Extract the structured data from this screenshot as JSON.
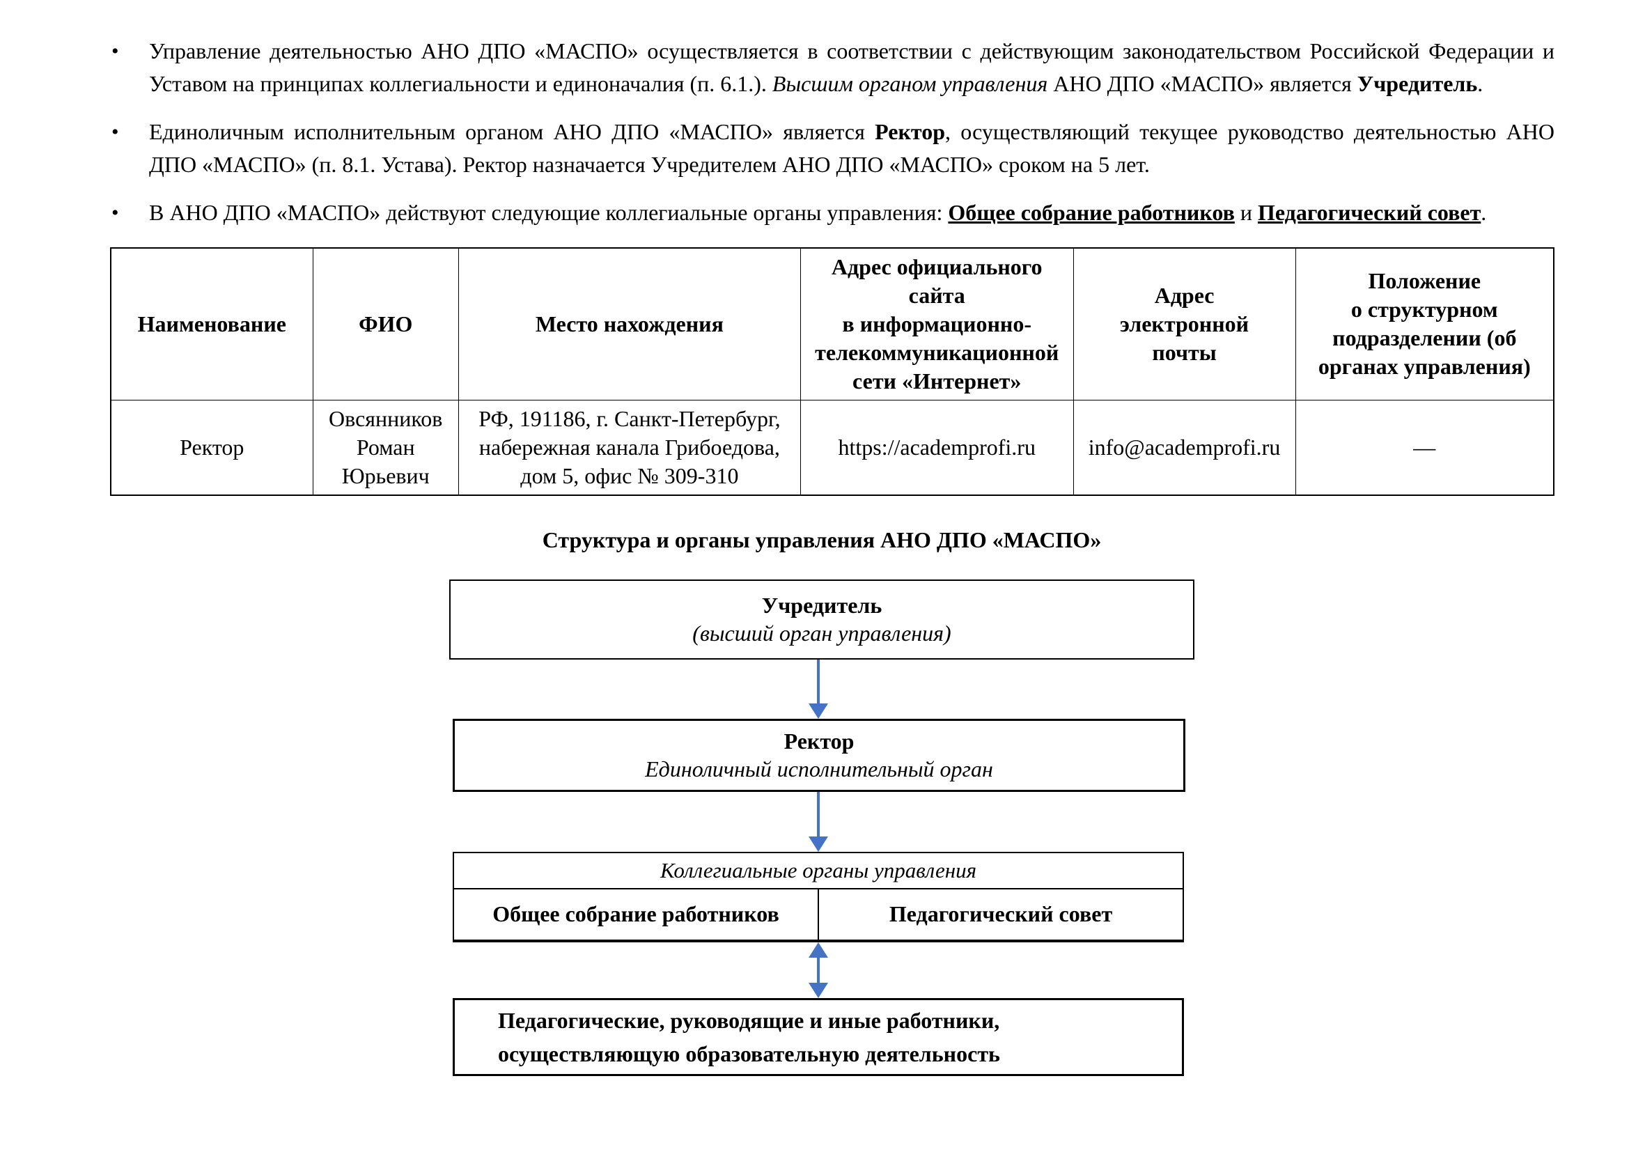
{
  "colors": {
    "arrow": "#4472C4",
    "border": "#000000",
    "text": "#000000"
  },
  "bullets": {
    "marker": "•",
    "item1": {
      "s0": "Управление деятельностью АНО ДПО «МАСПО» осуществляется в соответствии с действующим законодательством Российской Федерации и Уставом на принципах коллегиальности и единоначалия (п. 6.1.). ",
      "s1": "Высшим органом управления",
      "s2": " АНО ДПО «МАСПО» является ",
      "s3": "Учредитель",
      "s4": "."
    },
    "item2": {
      "s0": "Единоличным исполнительным органом АНО ДПО «МАСПО» является ",
      "s1": "Ректор",
      "s2": ", осуществляющий текущее руководство деятельностью АНО ДПО «МАСПО» (п. 8.1. Устава).  Ректор назначается Учредителем АНО ДПО «МАСПО» сроком на 5 лет."
    },
    "item3": {
      "s0": "В АНО ДПО «МАСПО» действуют следующие коллегиальные органы управления: ",
      "s1": "Общее собрание работников",
      "s2": " и ",
      "s3": "Педагогический совет",
      "s4": "."
    }
  },
  "table": {
    "headers": {
      "name": "Наименование",
      "fio": "ФИО",
      "location": "Место нахождения",
      "site": "Адрес официального\nсайта\nв информационно-телекоммуникационной\nсети «Интернет»",
      "email": "Адрес\nэлектронной\nпочты",
      "regulation": "Положение\nо структурном\nподразделении (об\nорганах управления)"
    },
    "row": {
      "name": "Ректор",
      "fio": "Овсянников\nРоман\nЮрьевич",
      "location": "РФ, 191186, г. Санкт-Петербург,\nнабережная канала Грибоедова,\nдом 5, офис № 309-310",
      "site": "https://academprofi.ru",
      "email": "info@academprofi.ru",
      "regulation": "—"
    }
  },
  "diagram": {
    "title": "Структура и органы управления АНО ДПО «МАСПО»",
    "founder": {
      "title": "Учредитель",
      "subtitle": "(высший орган управления)"
    },
    "rector": {
      "title": "Ректор",
      "subtitle": "Единоличный исполнительный орган"
    },
    "collegial": {
      "header": "Коллегиальные органы управления",
      "cell_left": "Общее собрание работников",
      "cell_right": "Педагогический совет"
    },
    "staff": {
      "text": "Педагогические, руководящие и иные работники,\nосуществляющую образовательную деятельность"
    }
  }
}
